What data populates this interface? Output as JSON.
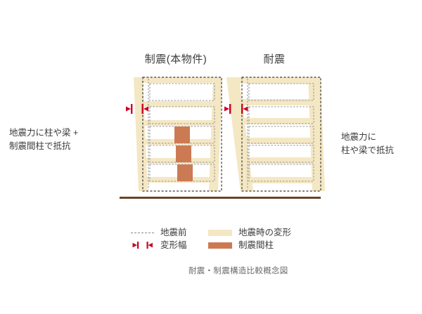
{
  "diagram": {
    "caption": "耐震・制震構造比較概念図",
    "colors": {
      "deformation_fill": "#f4e7c3",
      "damper_fill": "#cc7a54",
      "arrow_red": "#cc0022",
      "ground_brown": "#6b4423",
      "outline_dashed": "#3a3a3a",
      "text_dark": "#3c3c3c",
      "caption_gray": "#6b6b6b"
    }
  },
  "buildings": [
    {
      "id": "seismic-control",
      "title": "制震(本物件)",
      "side_caption_lines": [
        "地震力に柱や梁 +",
        "制震間柱で抵抗"
      ],
      "side": "left",
      "damper_count": 3,
      "deformation": "small"
    },
    {
      "id": "earthquake-resistant",
      "title": "耐震",
      "side_caption_lines": [
        "地震力に",
        "柱や梁で抵抗"
      ],
      "side": "right",
      "damper_count": 0,
      "deformation": "large"
    }
  ],
  "legend": {
    "items": [
      {
        "label": "地震前",
        "symbol": "dashed-line"
      },
      {
        "label": "地震時の変形",
        "symbol": "cream-swatch"
      },
      {
        "label": "変形幅",
        "symbol": "red-arrows"
      },
      {
        "label": "制震間柱",
        "symbol": "orange-swatch"
      }
    ]
  }
}
